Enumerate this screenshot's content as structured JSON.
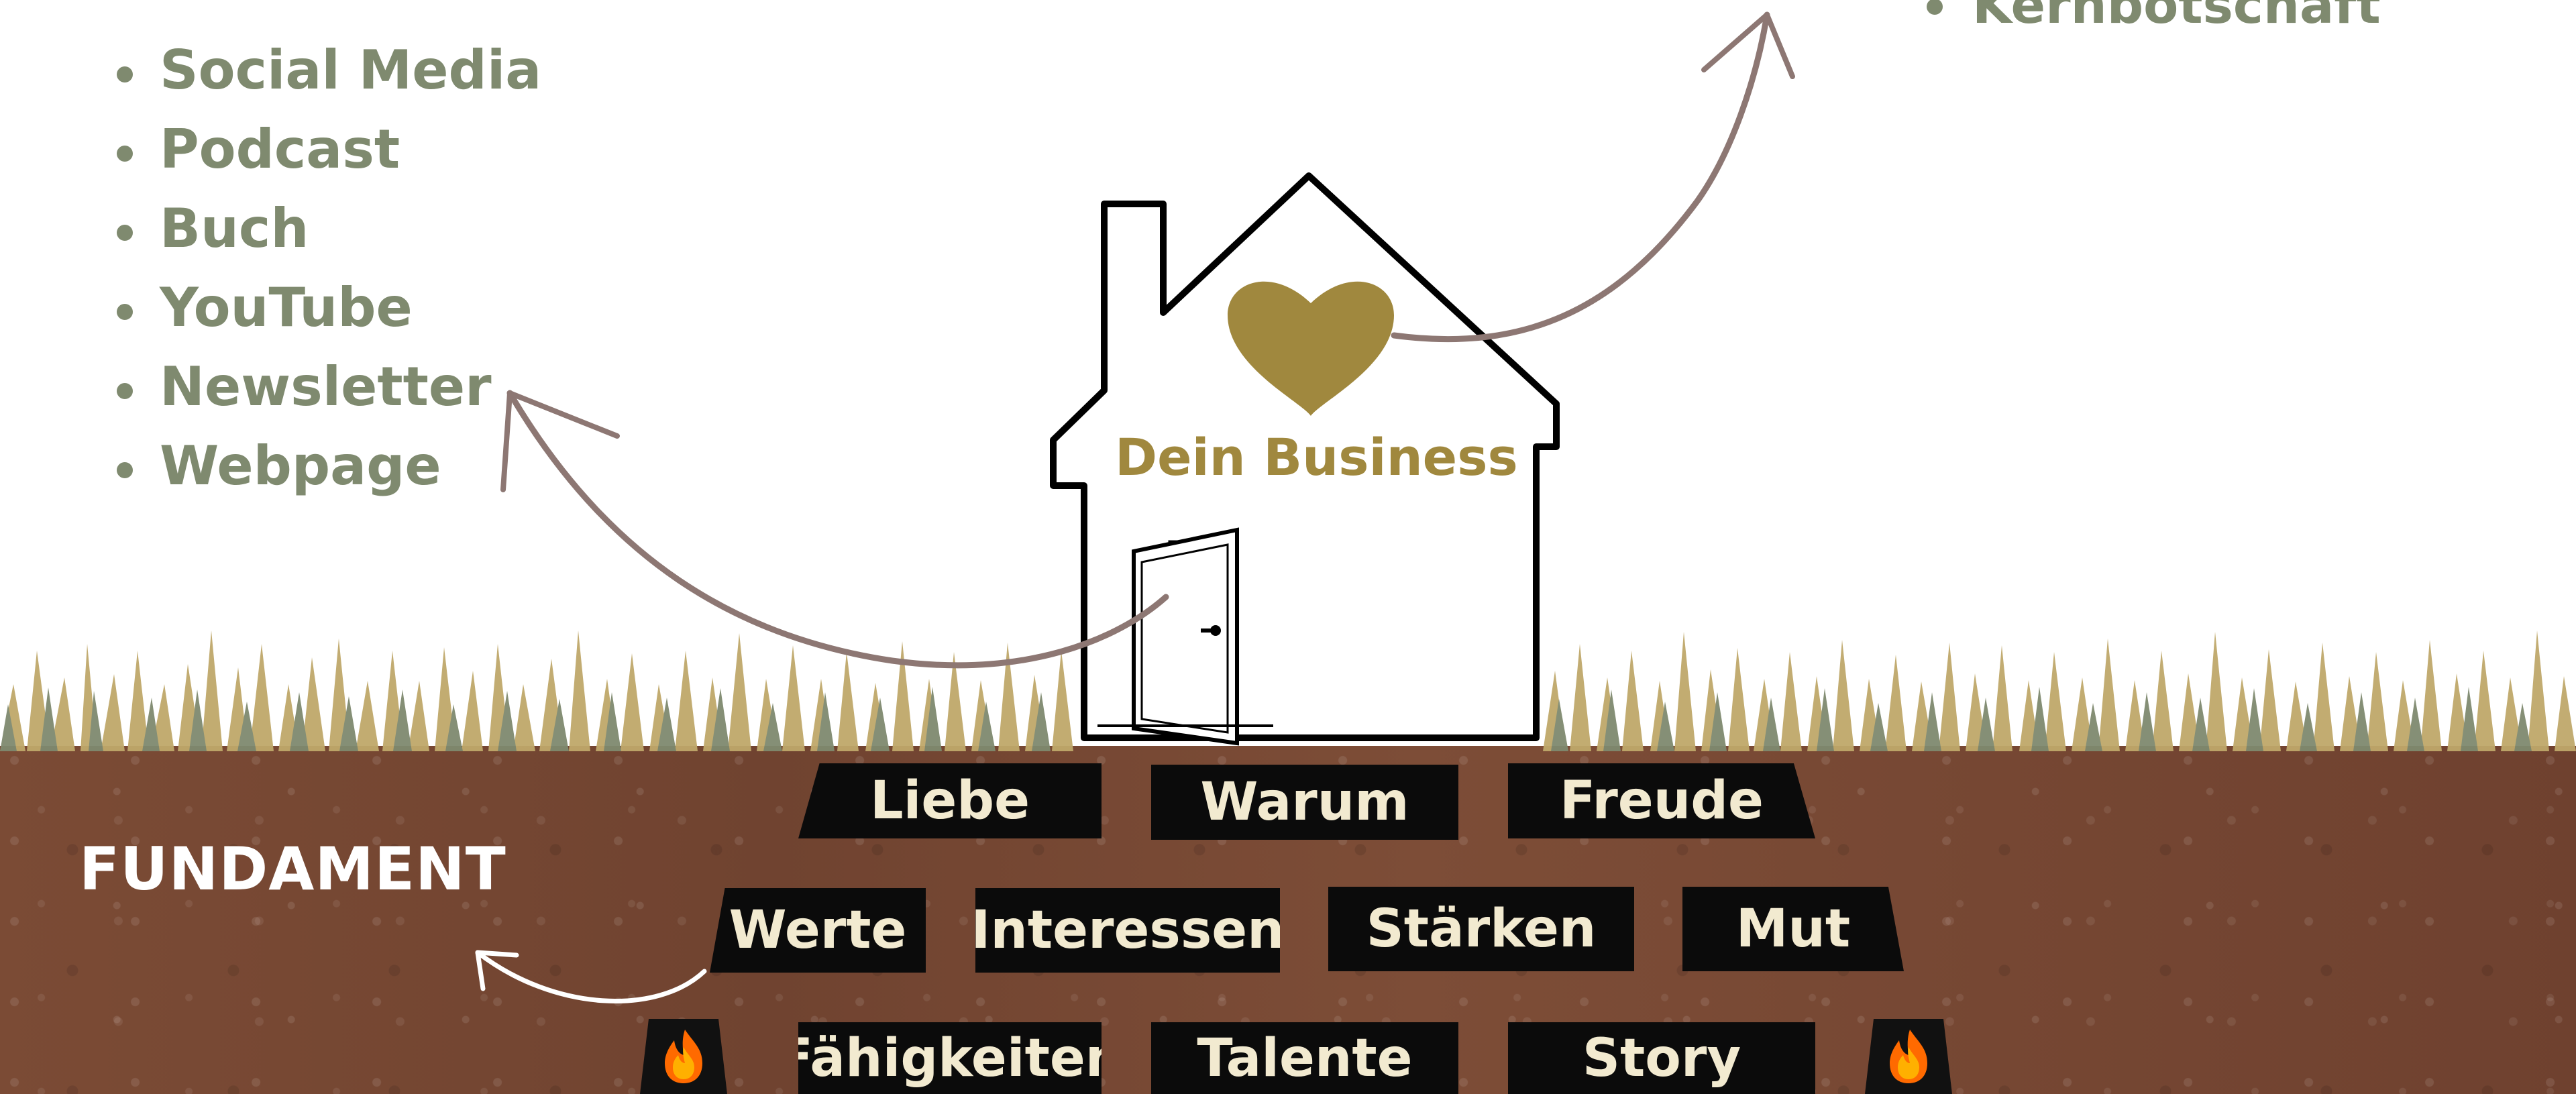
{
  "channels_list": {
    "items": [
      "Social Media",
      "Podcast",
      "Buch",
      "YouTube",
      "Newsletter",
      "Webpage"
    ]
  },
  "right_list": {
    "items": [
      "Kernbotschaft"
    ]
  },
  "house": {
    "label": "Dein Business",
    "heart_icon": "heart-icon",
    "door_icon": "door-icon"
  },
  "foundation": {
    "title": "FUNDAMENT",
    "rows": [
      [
        "Liebe",
        "Warum",
        "Freude"
      ],
      [
        "Werte",
        "Interessen",
        "Stärken",
        "Mut"
      ],
      [
        "Fähigkeiten",
        "Talente",
        "Story"
      ]
    ],
    "decorations": [
      "fire-icon",
      "fire-icon"
    ]
  },
  "colors": {
    "sage": "#7f8a6f",
    "gold": "#a0883e",
    "soil": "#7a4a34",
    "brick": "#0b0b0b",
    "brick_text": "#f2ead0",
    "arrow": "#8d7773"
  }
}
